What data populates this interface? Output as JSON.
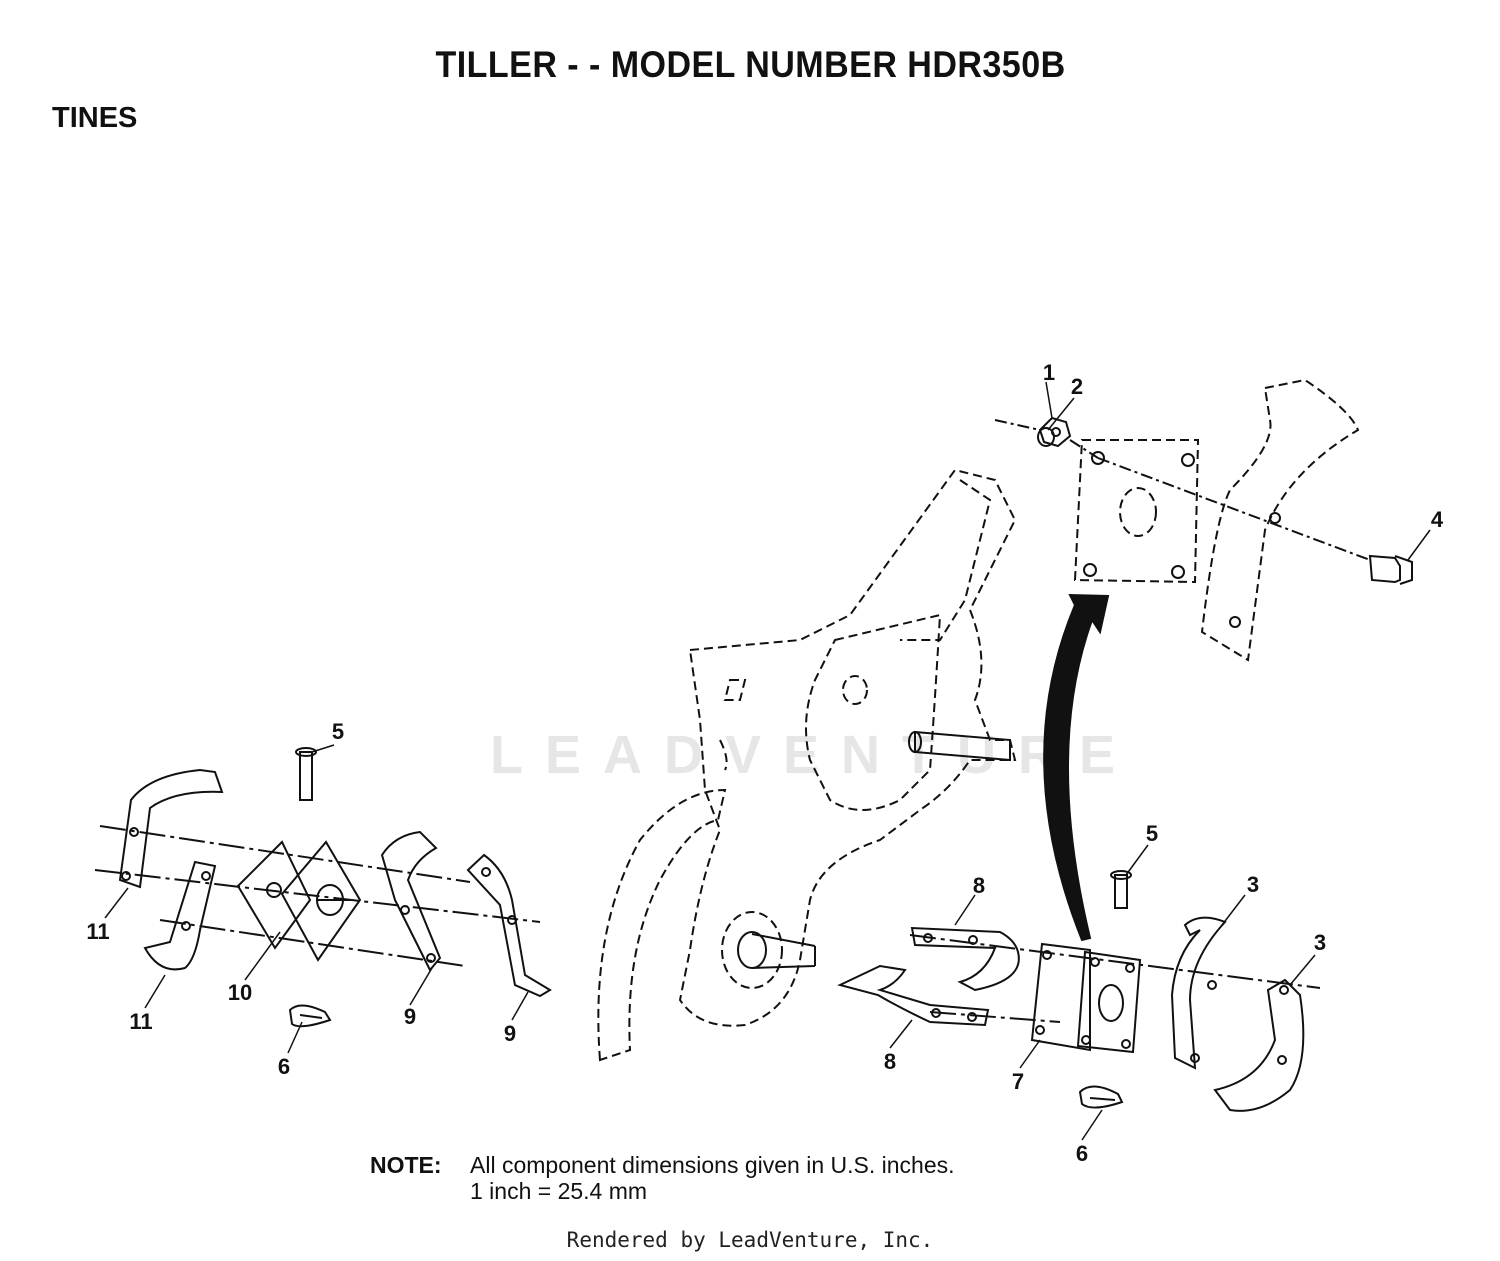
{
  "header": {
    "title": "TILLER - - MODEL NUMBER HDR350B",
    "section": "TINES"
  },
  "callouts": [
    {
      "id": "c1",
      "label": "1"
    },
    {
      "id": "c2",
      "label": "2"
    },
    {
      "id": "c3a",
      "label": "3"
    },
    {
      "id": "c3b",
      "label": "3"
    },
    {
      "id": "c4",
      "label": "4"
    },
    {
      "id": "c5a",
      "label": "5"
    },
    {
      "id": "c5b",
      "label": "5"
    },
    {
      "id": "c6a",
      "label": "6"
    },
    {
      "id": "c6b",
      "label": "6"
    },
    {
      "id": "c7",
      "label": "7"
    },
    {
      "id": "c8a",
      "label": "8"
    },
    {
      "id": "c8b",
      "label": "8"
    },
    {
      "id": "c9a",
      "label": "9"
    },
    {
      "id": "c9b",
      "label": "9"
    },
    {
      "id": "c10",
      "label": "10"
    },
    {
      "id": "c11a",
      "label": "11"
    },
    {
      "id": "c11b",
      "label": "11"
    }
  ],
  "note": {
    "label": "NOTE:",
    "line1": "All component dimensions given in U.S. inches.",
    "line2": "1 inch = 25.4 mm"
  },
  "watermark": "LEADVENTURE",
  "footer": {
    "rendered_by": "Rendered by LeadVenture, Inc."
  }
}
